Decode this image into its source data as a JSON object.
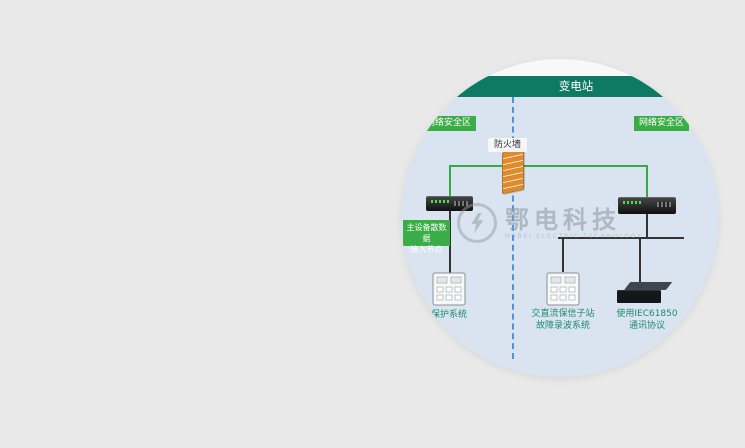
{
  "header": {
    "title": "变电站"
  },
  "zones": {
    "left_label": "网络安全区",
    "right_label": "网络安全区"
  },
  "firewall": {
    "label": "防火墙"
  },
  "node_box": {
    "line1": "主设备散数据",
    "line2": "接入节点"
  },
  "bottom_labels": {
    "left": "保护系统",
    "middle_line1": "交直流保信子站",
    "middle_line2": "故障录波系统",
    "right_line1": "使用IEC61850",
    "right_line2": "通讯协议"
  },
  "watermark": {
    "brand": "鄂电科技",
    "subtitle": "HUBEI ELECTRIC TECHNOLOGY"
  },
  "colors": {
    "page_bg": "#e9e9e9",
    "circle_bg": "#d9e4f0",
    "header_band": "#0f7a63",
    "zone_green": "#3aad46",
    "line_green": "#35ab44",
    "divider_blue": "#4f94d8",
    "firewall_orange": "#e08a2e",
    "label_teal": "#1e8a6e"
  },
  "icons": {
    "firewall-icon": "orange-brick-wall",
    "network-switch-icon": "black-rack-switch-with-green-leds",
    "relay-device-icon": "white-relay-panel",
    "gateway-device-icon": "black-hardware-box",
    "watermark-logo-icon": "ring-with-lightning-bolt"
  }
}
